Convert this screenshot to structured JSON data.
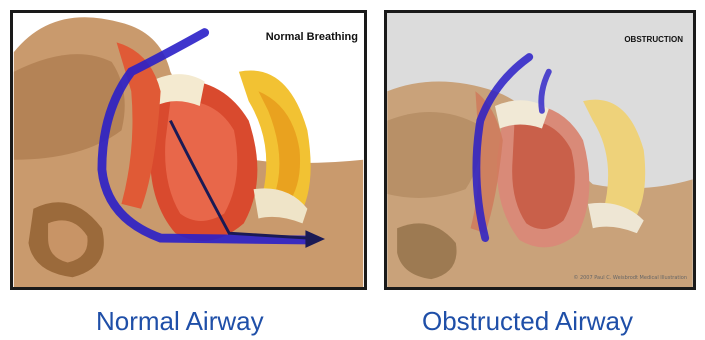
{
  "panels": {
    "normal": {
      "title": "Normal Breathing",
      "caption": "Normal Airway"
    },
    "obstructed": {
      "title": "OBSTRUCTION",
      "caption": "Obstructed Airway",
      "credit": "© 2007 Paul C. Weisbrodt Medical Illustration"
    }
  },
  "colors": {
    "airflow": "#2a1fc8",
    "tongue": "#d94a2e",
    "skin": "#c9a27a",
    "caption": "#1f4fa8"
  }
}
